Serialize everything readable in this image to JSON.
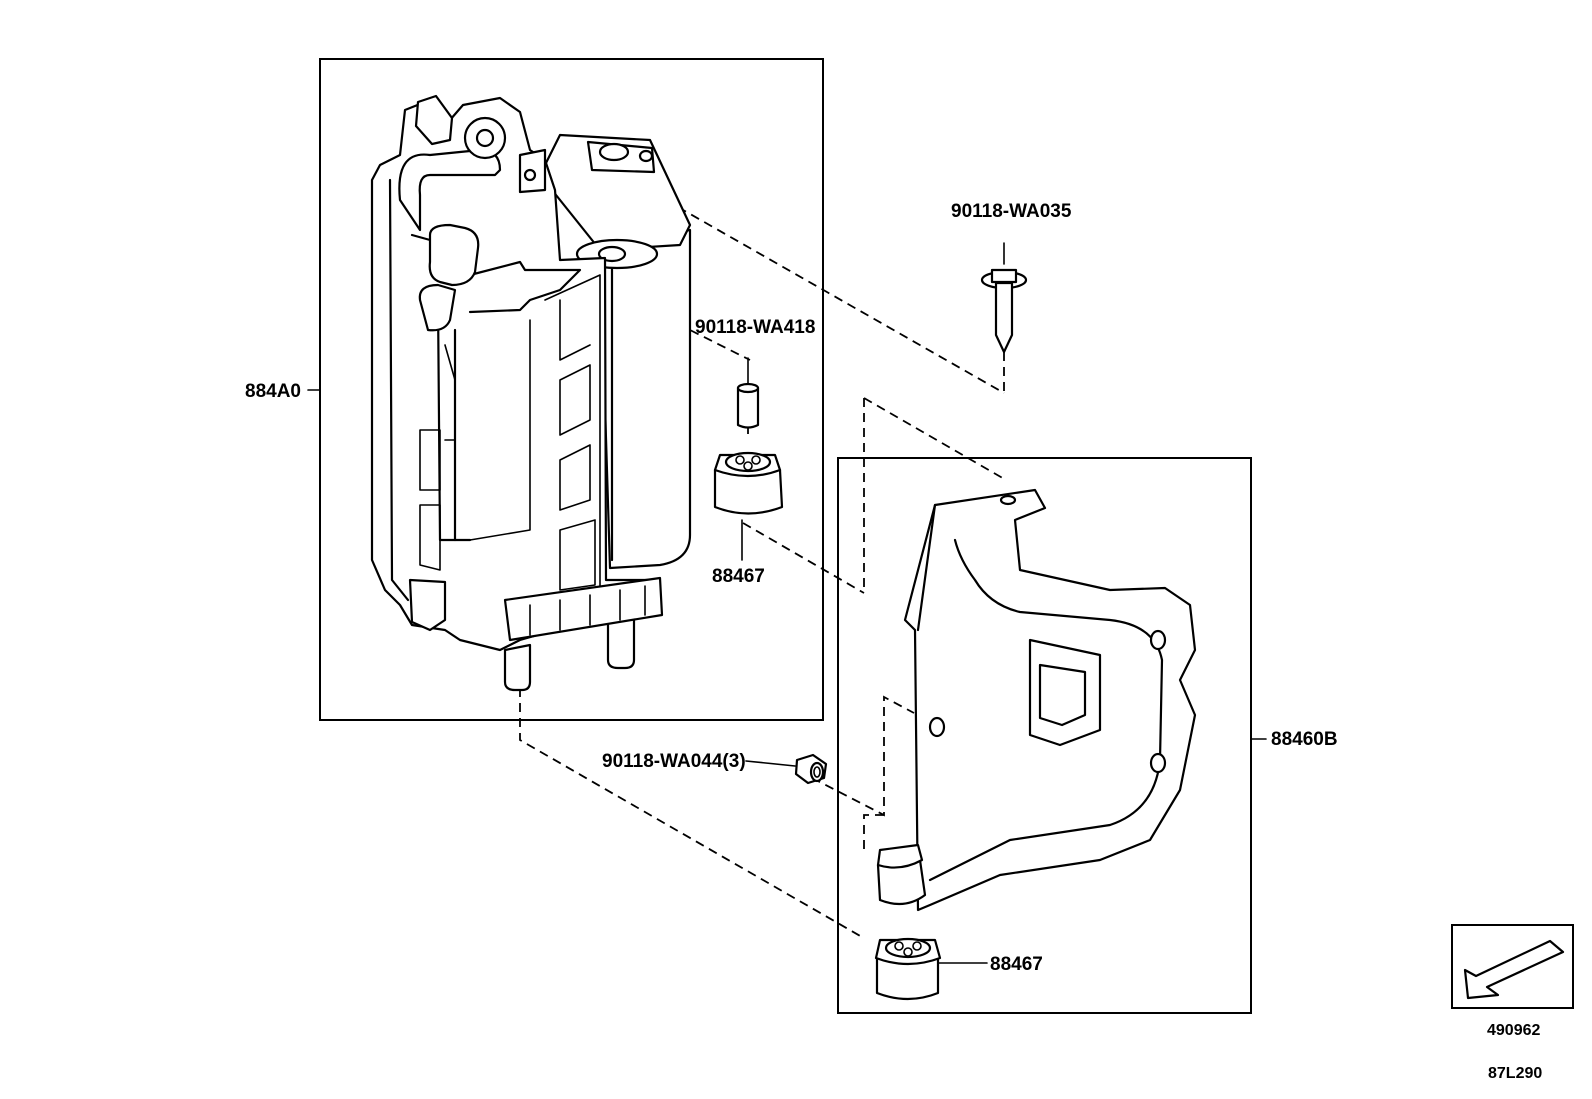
{
  "parts": {
    "canister_assembly": "884A0",
    "bolt": "90118-WA035",
    "collar": "90118-WA418",
    "cushion_upper": "88467",
    "nut": "90118-WA044(3)",
    "bracket": "88460B",
    "cushion_lower": "88467"
  },
  "legend": {
    "icon": "front-arrow-icon",
    "code": "490962"
  },
  "diagram_code": "87L290"
}
